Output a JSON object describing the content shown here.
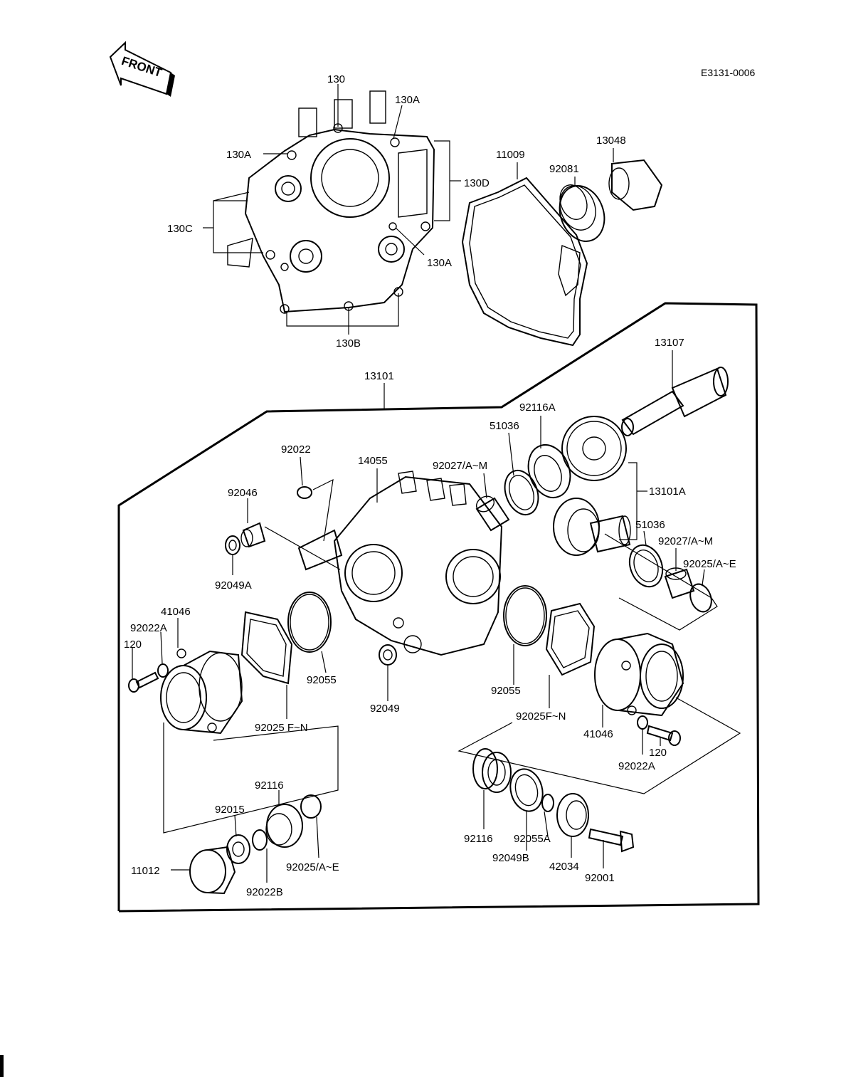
{
  "diagram": {
    "code": "E3131-0006",
    "front_arrow_text": "FRONT",
    "parts": {
      "p130": "130",
      "p130A_top": "130A",
      "p130A_left": "130A",
      "p130A_right": "130A",
      "p130B": "130B",
      "p130C": "130C",
      "p130D": "130D",
      "p11009": "11009",
      "p92081": "92081",
      "p13048": "13048",
      "p13107": "13107",
      "p13101": "13101",
      "p92116A": "92116A",
      "p51036_a": "51036",
      "p92022": "92022",
      "p14055": "14055",
      "p92027_a": "92027/A~M",
      "p13101A": "13101A",
      "p92046": "92046",
      "p51036_b": "51036",
      "p92027_b": "92027/A~M",
      "p92025_ae_r": "92025/A~E",
      "p92049A": "92049A",
      "p41046_l": "41046",
      "p92022A_l": "92022A",
      "p120_l": "120",
      "p92055_l": "92055",
      "p92049": "92049",
      "p92055_r": "92055",
      "p92025fn_l": "92025 F~N",
      "p92025fn_r": "92025F~N",
      "p41046_r": "41046",
      "p120_r": "120",
      "p92022A_r": "92022A",
      "p92116_l": "92116",
      "p92015": "92015",
      "p11012": "11012",
      "p92022B": "92022B",
      "p92025_ae_l": "92025/A~E",
      "p92116_r": "92116",
      "p92049B": "92049B",
      "p92055A": "92055A",
      "p42034": "42034",
      "p92001": "92001"
    }
  }
}
